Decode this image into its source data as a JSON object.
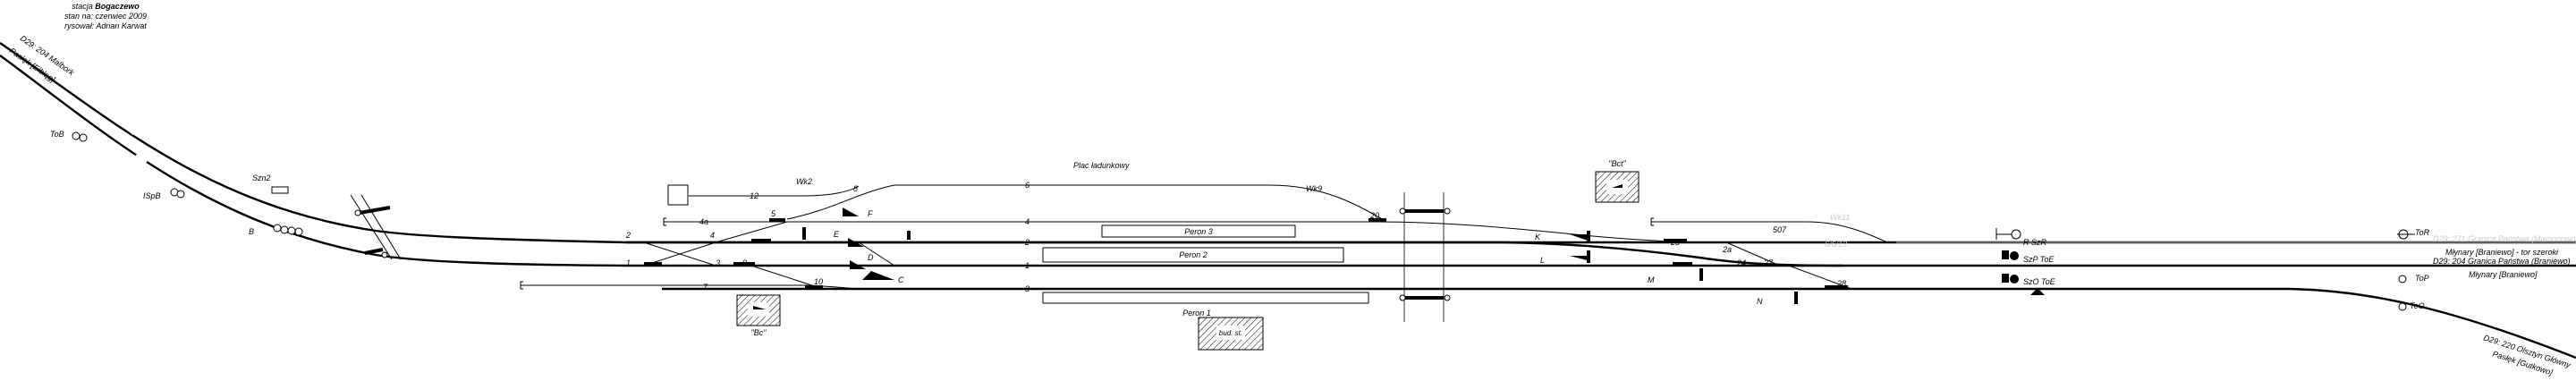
{
  "header": {
    "line1": "stacja",
    "station": "Bogaczewo",
    "line2": "stan na: czerwiec 2009",
    "line3": "rysował: Adrian Karwat"
  },
  "line_labels": {
    "top_left_a": "D29: 204 Malbork",
    "top_left_b": "Pasłęk [Elbląg]",
    "right_faint": "D29: 271 Granica Państwa (Mamonowo)",
    "right_mlyny_wide": "Młynary [Braniewo] - tor szeroki",
    "right_granica": "D29: 204 Granica Państwa (Braniewo)",
    "right_mlyny": "Młynary [Braniewo]",
    "bottom_right_a": "D29: 220 Olsztyn Główny",
    "bottom_right_b": "Pasłęk [Gutkowo]"
  },
  "signals": {
    "ToB": "ToB",
    "Szn2": "Szn2",
    "ISpB": "ISpB",
    "B": "B",
    "Wk2": "Wk2",
    "Wk9": "Wk9",
    "F": "F",
    "E": "E",
    "D": "D",
    "C": "C",
    "K": "K",
    "L": "L",
    "M": "M",
    "N": "N",
    "R_SzR": "R SzR",
    "P_SzP": "SzP ToE",
    "O_SzO": "SzO ToE",
    "ToR": "ToR",
    "ToP": "ToP",
    "ToO": "ToO",
    "Wk11": "Wk11",
    "grey_mid": "6/6/13"
  },
  "tracks": {
    "t12": "12",
    "t6": "6",
    "t4a": "4a",
    "t4": "4",
    "t2": "2",
    "t1": "1",
    "t3": "3",
    "t7": "7",
    "t507": "507",
    "s5": "5",
    "s8": "8",
    "s2": "2",
    "s4": "4",
    "s1": "1",
    "s3": "3",
    "s9": "9",
    "s10": "10",
    "s20": "20",
    "s23": "23",
    "s2a": "2a",
    "s24": "24",
    "s27": "27",
    "s28": "28"
  },
  "places": {
    "plac": "Plac ładunkowy",
    "peron3": "Peron 3",
    "peron2": "Peron 2",
    "peron1": "Peron 1",
    "bud": "bud. st.",
    "bct": "\"Bct\"",
    "bc": "\"Bc\""
  }
}
